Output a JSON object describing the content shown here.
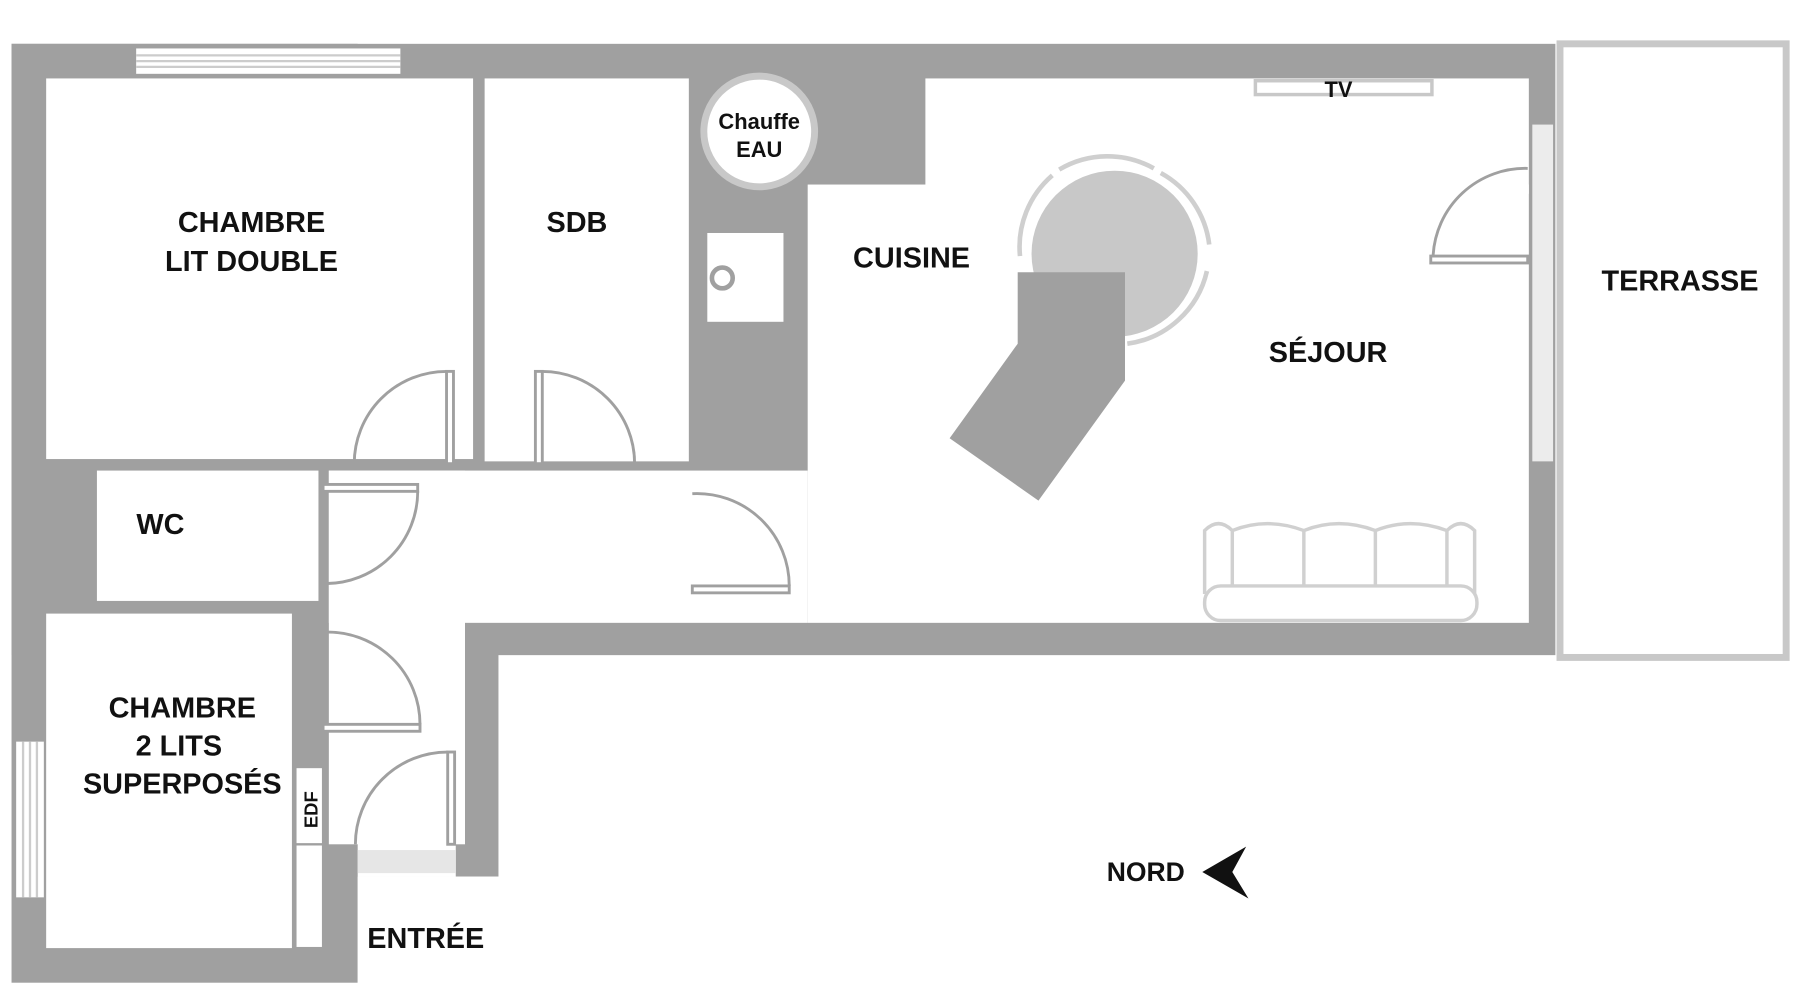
{
  "plan": {
    "rooms": {
      "chambre_double": [
        "CHAMBRE",
        "LIT DOUBLE"
      ],
      "sdb": "SDB",
      "chauffe_eau": [
        "Chauffe",
        "EAU"
      ],
      "cuisine": "CUISINE",
      "tv": "TV",
      "sejour": "SÉJOUR",
      "terrasse": "TERRASSE",
      "wc": "WC",
      "chambre_superposes": [
        "CHAMBRE",
        "2 LITS",
        "SUPERPOSÉS"
      ],
      "edf": "EDF",
      "entree": "ENTRÉE"
    },
    "compass": {
      "label": "NORD",
      "icon": "arrow-left-icon"
    },
    "colors": {
      "wall": "#a0a0a0",
      "furniture": "#c8c8c8",
      "text": "#111111"
    }
  }
}
